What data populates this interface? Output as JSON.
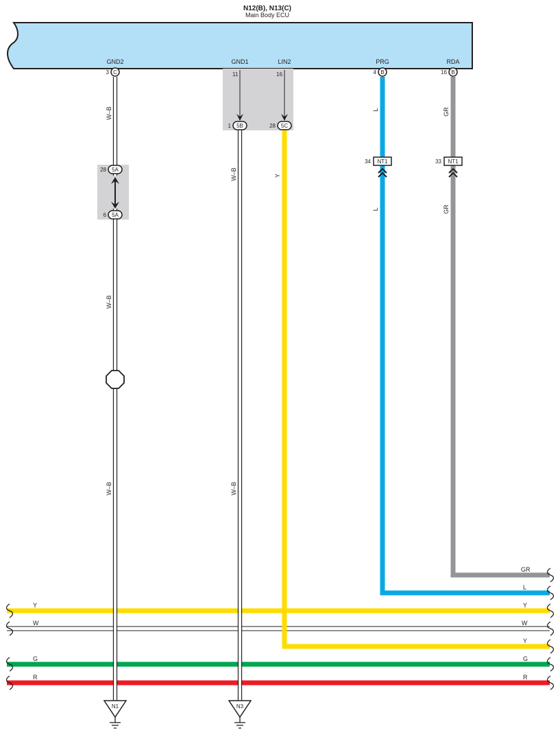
{
  "header": {
    "connector_ids": "N12(B), N13(C)",
    "component_name": "Main Body ECU"
  },
  "colors": {
    "ecu_fill": "#b3e0f7",
    "splice_fill": "#d3d3d5",
    "yellow": "#ffdc00",
    "blue": "#0aa8e4",
    "gray": "#939598",
    "green": "#00a54f",
    "red": "#ed1c24",
    "ink": "#231f20"
  },
  "terminals": [
    {
      "name": "GND2",
      "pin": "3",
      "connector": "C"
    },
    {
      "name": "GND1",
      "pin": "11"
    },
    {
      "name": "LIN2",
      "pin": "16"
    },
    {
      "name": "PRG",
      "pin": "4",
      "connector": "B"
    },
    {
      "name": "RDA",
      "pin": "16",
      "connector": "B"
    }
  ],
  "junction_5b": {
    "pin": "1",
    "label": "5B"
  },
  "junction_5c": {
    "pin": "28",
    "label": "5C"
  },
  "junction_5a_top": {
    "pin": "28",
    "label": "5A"
  },
  "junction_5a_bottom": {
    "pin": "6",
    "label": "5A"
  },
  "connector_nt1_prg": {
    "pin": "34",
    "label": "NT1"
  },
  "connector_nt1_rda": {
    "pin": "33",
    "label": "NT1"
  },
  "wire_labels": {
    "wb": "W–B",
    "y": "Y",
    "l": "L",
    "gr": "GR",
    "w": "W",
    "g": "G",
    "r": "R"
  },
  "grounds": {
    "left": "N1",
    "right": "N3"
  }
}
